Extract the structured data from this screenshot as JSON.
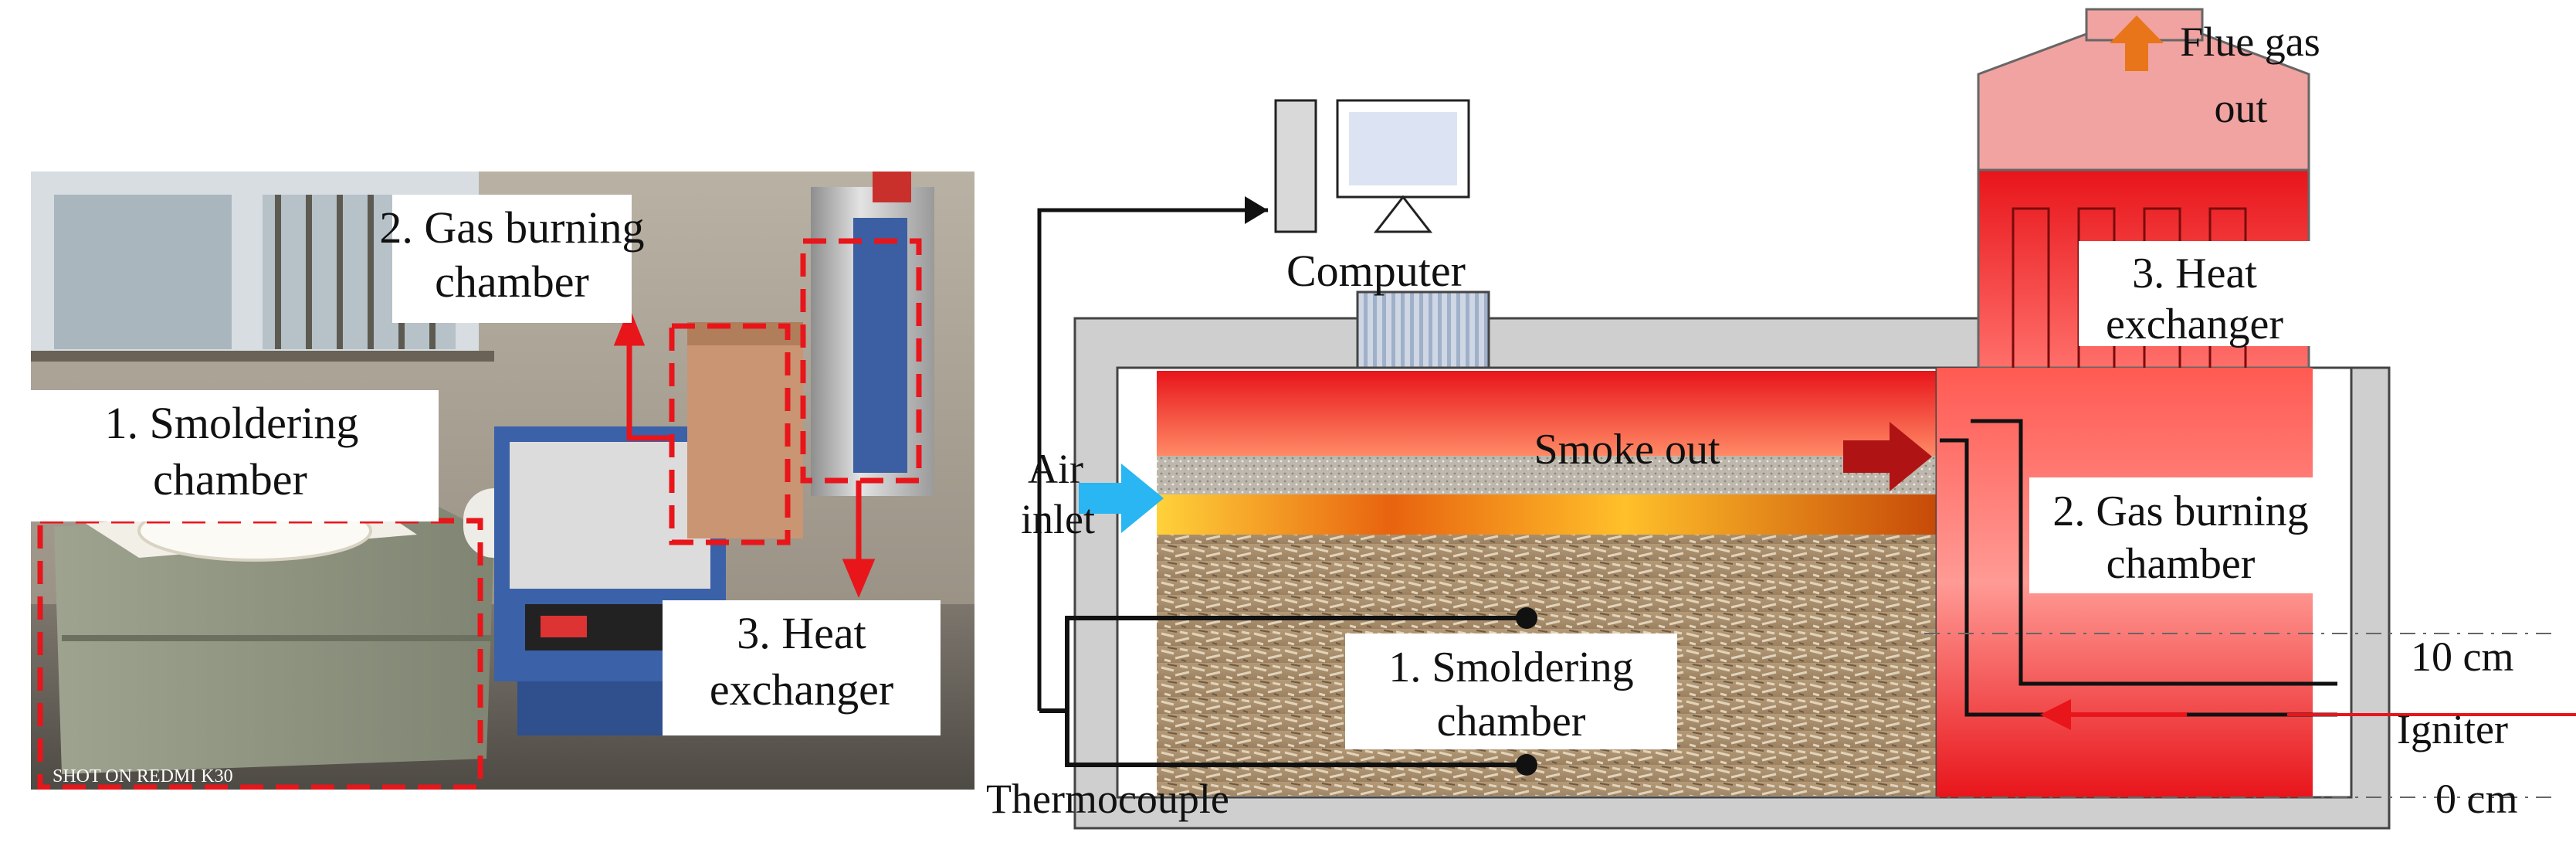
{
  "photo": {
    "labels": {
      "gas_burning": [
        "2. Gas burning",
        "chamber"
      ],
      "smoldering": [
        "1. Smoldering",
        "chamber"
      ],
      "heat_exchanger": [
        "3. Heat",
        "exchanger"
      ]
    },
    "watermark": "SHOT ON REDMI K30"
  },
  "diagram": {
    "computer_label": "Computer",
    "flue_gas": [
      "Flue gas",
      "out"
    ],
    "heat_exchanger": [
      "3. Heat",
      "exchanger"
    ],
    "smoke_out": "Smoke out",
    "air_inlet": [
      "Air",
      "inlet"
    ],
    "gas_burning": [
      "2. Gas burning",
      "chamber"
    ],
    "smoldering": [
      "1. Smoldering",
      "chamber"
    ],
    "thermocouple": "Thermocouple",
    "igniter": "Igniter",
    "depth_10": "10 cm",
    "depth_0": "0 cm"
  },
  "colors": {
    "dashed_box": "#e8151b",
    "hot": "#e8151b",
    "air_arrow": "#29b6f2",
    "flue_arrow": "#e8751a",
    "shell": "#cfcfcf"
  }
}
